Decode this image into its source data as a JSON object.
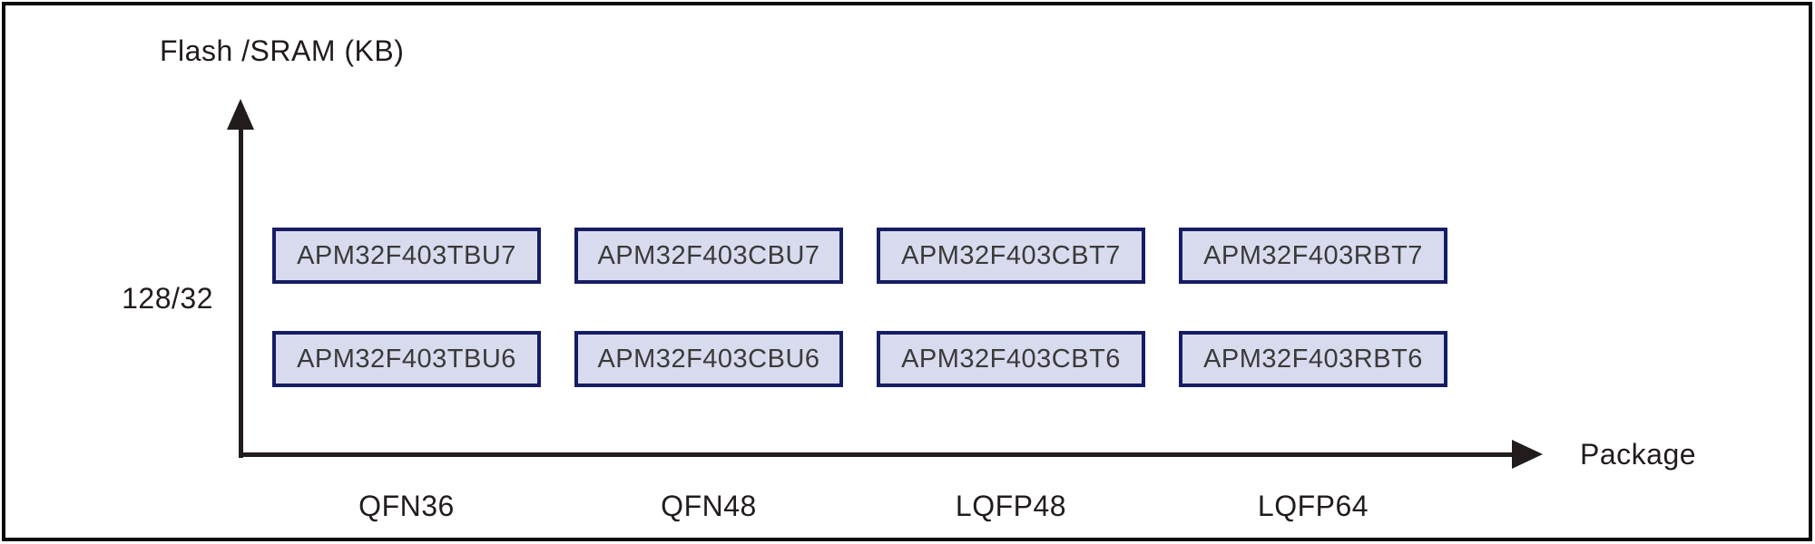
{
  "diagram": {
    "family": "APM32F403",
    "y_axis": {
      "title": "Flash /SRAM (KB)",
      "ticks": [
        "128/32"
      ]
    },
    "x_axis": {
      "label": "Package",
      "ticks": [
        "QFN36",
        "QFN48",
        "LQFP48",
        "LQFP64"
      ]
    },
    "grid": {
      "rows": [
        {
          "flash_sram": "128/32",
          "devices": [
            "APM32F403TBU7",
            "APM32F403CBU7",
            "APM32F403CBT7",
            "APM32F403RBT7"
          ]
        },
        {
          "flash_sram": "128/32",
          "devices": [
            "APM32F403TBU6",
            "APM32F403CBU6",
            "APM32F403CBT6",
            "APM32F403RBT6"
          ]
        }
      ]
    }
  },
  "colors": {
    "ink": "#221c1c",
    "box_border": "#161d63",
    "box_fill": "#d8dbee",
    "box_text": "#3a3a3a",
    "frame": "#0b0b0b"
  }
}
